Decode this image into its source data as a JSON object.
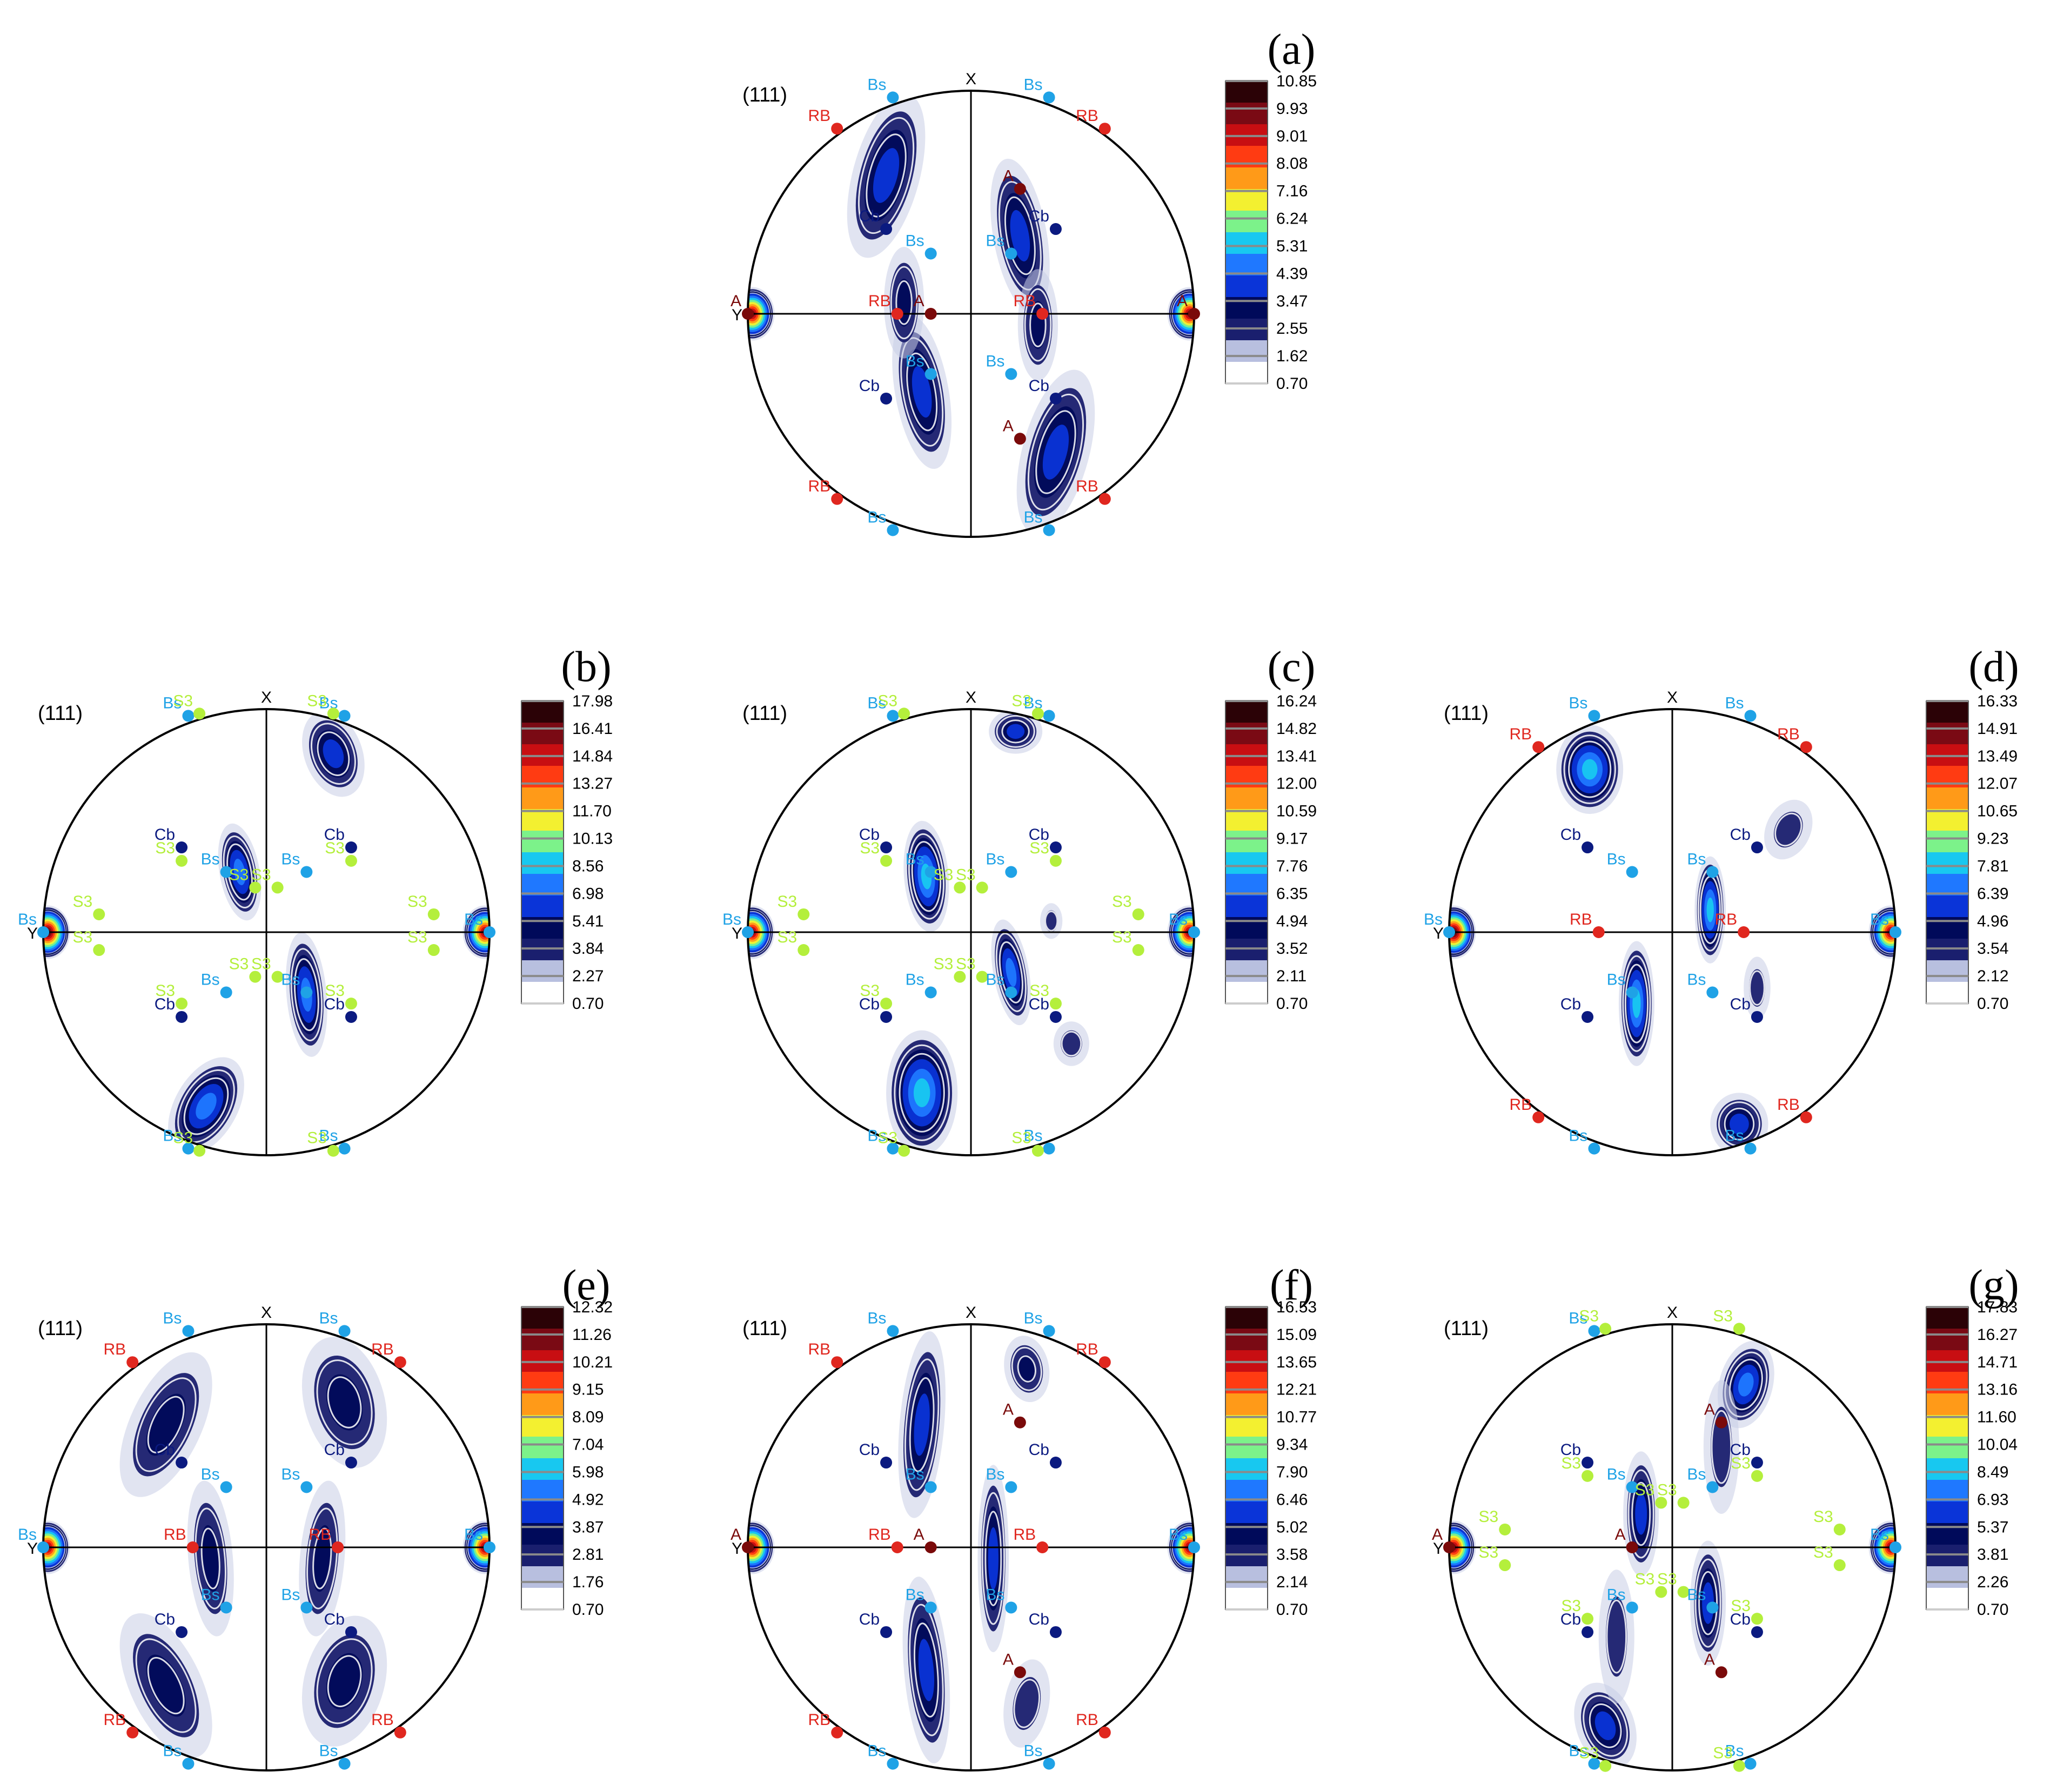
{
  "figure": {
    "plane_label": "(111)",
    "axis_x": "X",
    "axis_y": "Y",
    "components": {
      "A": {
        "label": "A",
        "color": "#7a0a0a"
      },
      "RB": {
        "label": "RB",
        "color": "#e0271f"
      },
      "Bs": {
        "label": "Bs",
        "color": "#1fa2e6"
      },
      "Cb": {
        "label": "Cb",
        "color": "#0b1a80"
      },
      "S3": {
        "label": "S3",
        "color": "#b4ef3c"
      }
    },
    "colormap": [
      "#ffffff",
      "#b8bfdf",
      "#1a1f6e",
      "#000a5a",
      "#0a34d8",
      "#1f78ff",
      "#18c8f0",
      "#7cf28a",
      "#f3f030",
      "#ff9a18",
      "#ff3b12",
      "#c80e12",
      "#7a0a14",
      "#2b0206"
    ]
  },
  "panels": [
    {
      "label": "(a)",
      "ticks": [
        "10.85",
        "9.93",
        "9.01",
        "8.08",
        "7.16",
        "6.24",
        "5.31",
        "4.39",
        "3.47",
        "2.55",
        "1.62",
        "0.70"
      ]
    },
    {
      "label": "(b)",
      "ticks": [
        "17.98",
        "16.41",
        "14.84",
        "13.27",
        "11.70",
        "10.13",
        "8.56",
        "6.98",
        "5.41",
        "3.84",
        "2.27",
        "0.70"
      ]
    },
    {
      "label": "(c)",
      "ticks": [
        "16.24",
        "14.82",
        "13.41",
        "12.00",
        "10.59",
        "9.17",
        "7.76",
        "6.35",
        "4.94",
        "3.52",
        "2.11",
        "0.70"
      ]
    },
    {
      "label": "(d)",
      "ticks": [
        "16.33",
        "14.91",
        "13.49",
        "12.07",
        "10.65",
        "9.23",
        "7.81",
        "6.39",
        "4.96",
        "3.54",
        "2.12",
        "0.70"
      ]
    },
    {
      "label": "(e)",
      "ticks": [
        "12.32",
        "11.26",
        "10.21",
        "9.15",
        "8.09",
        "7.04",
        "5.98",
        "4.92",
        "3.87",
        "2.81",
        "1.76",
        "0.70"
      ]
    },
    {
      "label": "(f)",
      "ticks": [
        "16.53",
        "15.09",
        "13.65",
        "12.21",
        "10.77",
        "9.34",
        "7.90",
        "6.46",
        "5.02",
        "3.58",
        "2.14",
        "0.70"
      ]
    },
    {
      "label": "(g)",
      "ticks": [
        "17.83",
        "16.27",
        "14.71",
        "13.16",
        "11.60",
        "10.04",
        "8.49",
        "6.93",
        "5.37",
        "3.81",
        "2.26",
        "0.70"
      ]
    }
  ]
}
